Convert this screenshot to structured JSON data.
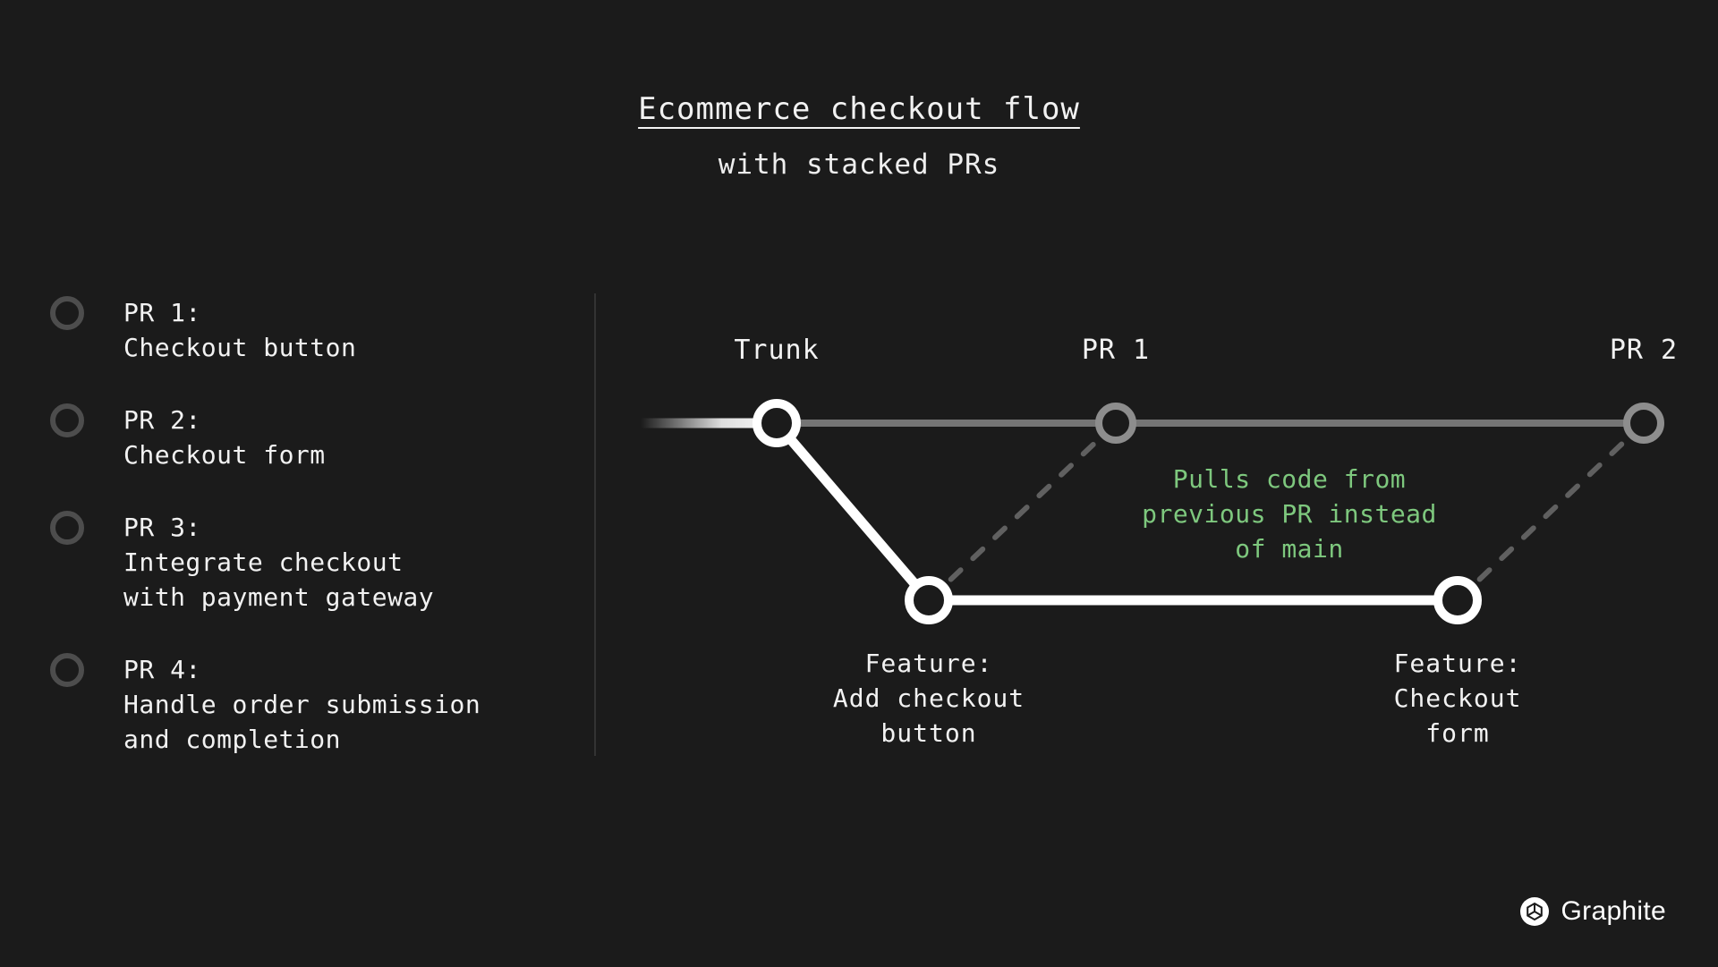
{
  "title": "Ecommerce checkout flow",
  "subtitle": "with stacked PRs",
  "pr_list": {
    "items": [
      {
        "name": "PR 1:",
        "desc": "Checkout button"
      },
      {
        "name": "PR 2:",
        "desc": "Checkout form"
      },
      {
        "name": "PR 3:",
        "desc": "Integrate checkout\nwith payment gateway"
      },
      {
        "name": "PR 4:",
        "desc": "Handle order submission\nand completion"
      }
    ]
  },
  "diagram": {
    "trunk_label": "Trunk",
    "pr1_label": "PR 1",
    "pr2_label": "PR 2",
    "feature1_label": "Feature:\nAdd checkout\nbutton",
    "feature2_label": "Feature:\nCheckout\nform",
    "annotation": "Pulls code from\nprevious PR instead\nof main",
    "colors": {
      "background": "#1b1b1b",
      "annotation_green": "#7ec87e",
      "branch_white": "#ffffff",
      "trunk_gray": "#757575",
      "dashed_gray": "#606060",
      "node_gray": "#8d8d8d"
    }
  },
  "footer": {
    "brand": "Graphite"
  }
}
